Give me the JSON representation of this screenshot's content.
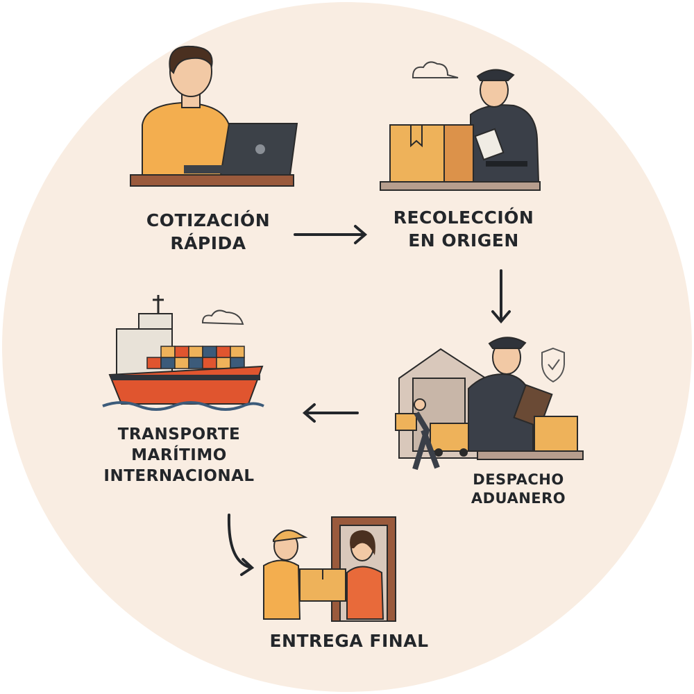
{
  "steps": [
    {
      "lines": [
        "COTIZACIÓN",
        "RÁPIDA"
      ],
      "icon": "person-laptop-icon"
    },
    {
      "lines": [
        "RECOLECCIÓN",
        "EN ORIGEN"
      ],
      "icon": "officer-box-icon"
    },
    {
      "lines": [
        "DESPACHO",
        "ADUANERO"
      ],
      "icon": "customs-warehouse-icon"
    },
    {
      "lines": [
        "TRANSPORTE",
        "MARÍTIMO",
        "INTERNACIONAL"
      ],
      "icon": "cargo-ship-icon"
    },
    {
      "lines": [
        "ENTREGA FINAL"
      ],
      "icon": "delivery-handoff-icon"
    }
  ],
  "colors": {
    "background": "#f9ede2",
    "text": "#23262a",
    "box": "#eeb25a",
    "ship": "#e0552f",
    "uniform": "#3a3f48"
  }
}
